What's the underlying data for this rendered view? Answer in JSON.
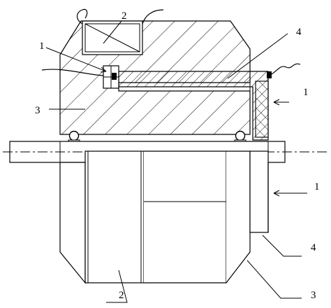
{
  "diagram": {
    "line_color": "#000000",
    "background": "#ffffff",
    "labels": {
      "sensor_top": "1",
      "coil_top": "2",
      "housing_left": "3",
      "insert_top": "4",
      "sensor_right_upper": "1",
      "sensor_right_lower": "1",
      "coil_bottom": "2",
      "insert_bottom": "4",
      "housing_bottom": "3"
    }
  }
}
